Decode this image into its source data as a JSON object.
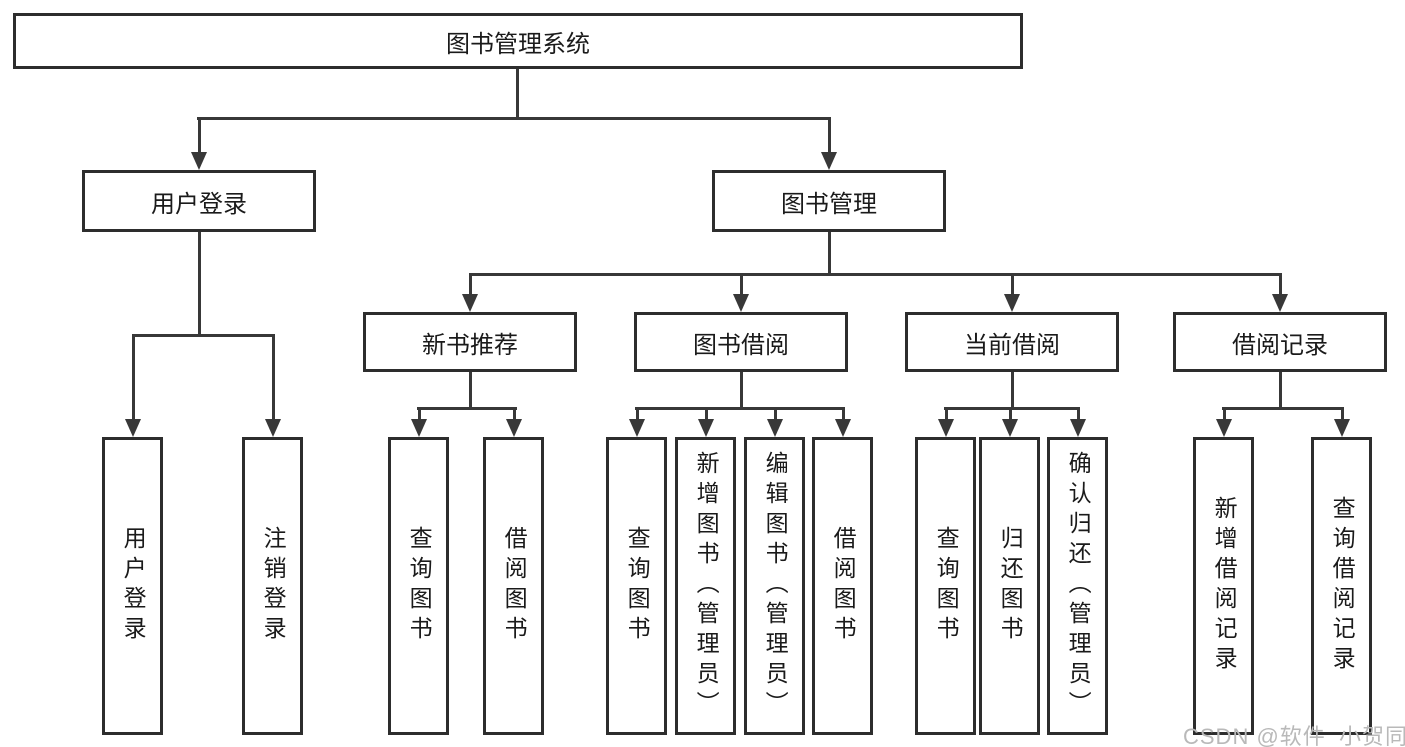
{
  "diagram": {
    "type": "hierarchy-flowchart",
    "root": {
      "label": "图书管理系统",
      "children": [
        {
          "label": "用户登录",
          "children": [
            {
              "label": "用户登录"
            },
            {
              "label": "注销登录"
            }
          ]
        },
        {
          "label": "图书管理",
          "children": [
            {
              "label": "新书推荐",
              "children": [
                {
                  "label": "查询图书"
                },
                {
                  "label": "借阅图书"
                }
              ]
            },
            {
              "label": "图书借阅",
              "children": [
                {
                  "label": "查询图书"
                },
                {
                  "label": "新增图书（管理员）"
                },
                {
                  "label": "编辑图书（管理员）"
                },
                {
                  "label": "借阅图书"
                }
              ]
            },
            {
              "label": "当前借阅",
              "children": [
                {
                  "label": "查询图书"
                },
                {
                  "label": "归还图书"
                },
                {
                  "label": "确认归还（管理员）"
                }
              ]
            },
            {
              "label": "借阅记录",
              "children": [
                {
                  "label": "新增借阅记录"
                },
                {
                  "label": "查询借阅记录"
                }
              ]
            }
          ]
        }
      ]
    }
  },
  "watermark": {
    "text": "CSDN @软件_小贺同学"
  },
  "colors": {
    "line": "#383838",
    "box_border": "#2d2d2d",
    "text": "#1a1a1a",
    "watermark": "#b9b9b9",
    "background": "#ffffff"
  }
}
